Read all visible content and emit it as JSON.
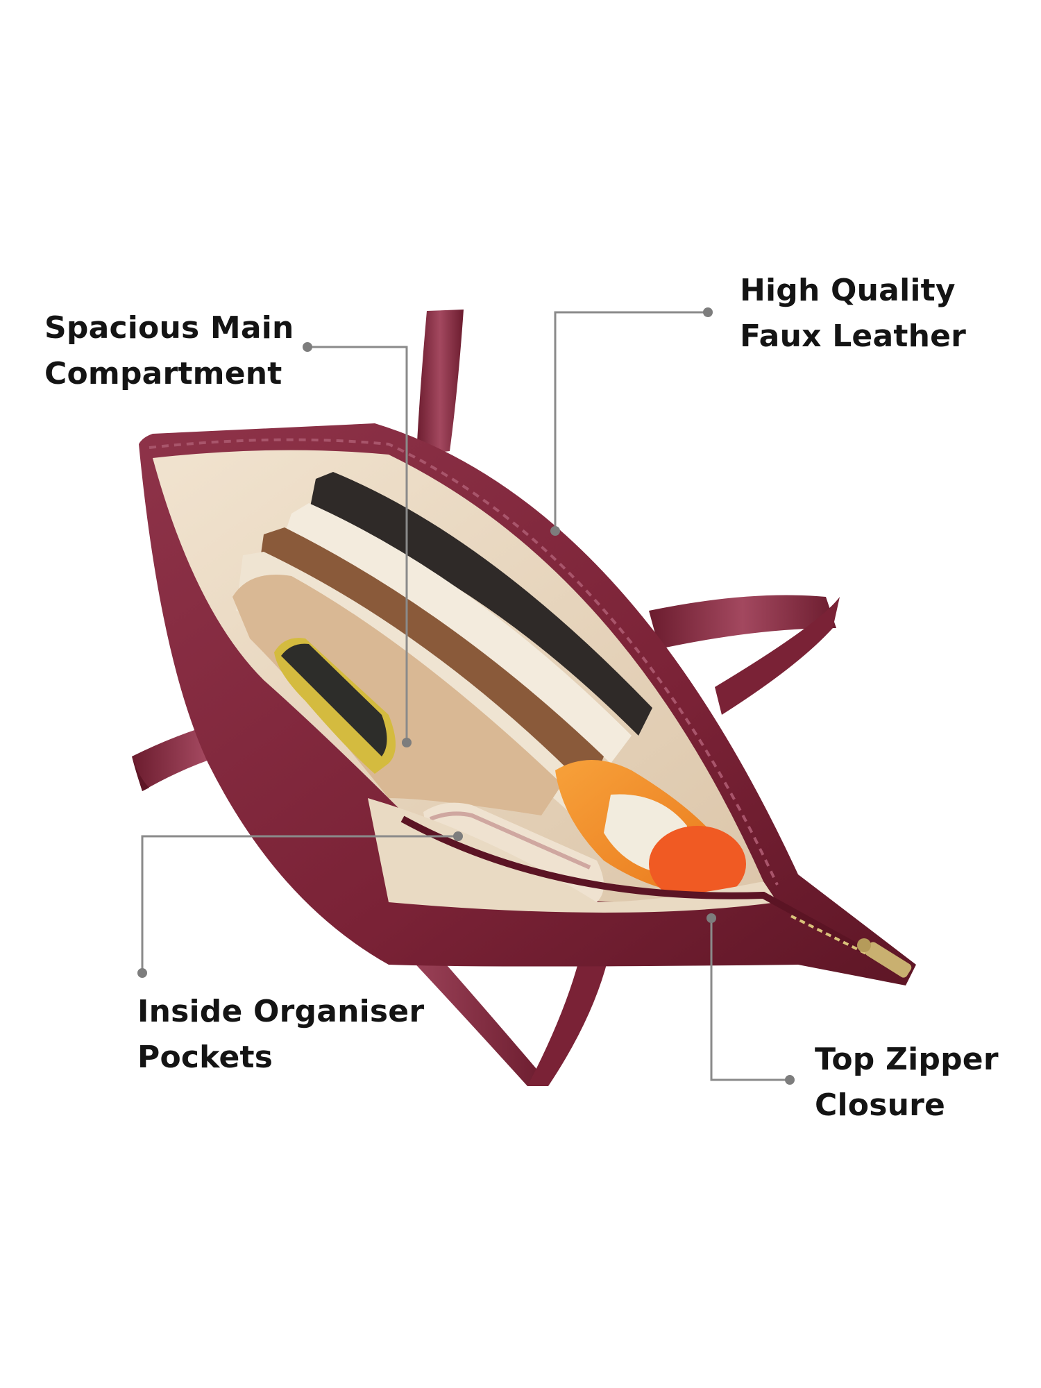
{
  "colors": {
    "leather": "#7a2236",
    "leather_highlight": "#a3485f",
    "lining": "#e8d6c0",
    "callout_line": "#8a8a8a",
    "text": "#141414"
  },
  "callouts": [
    {
      "id": "main-compartment",
      "lines": [
        "Spacious Main",
        "Compartment"
      ]
    },
    {
      "id": "faux-leather",
      "lines": [
        "High Quality",
        "Faux Leather"
      ]
    },
    {
      "id": "organiser-pockets",
      "lines": [
        "Inside Organiser",
        "Pockets"
      ]
    },
    {
      "id": "zipper-closure",
      "lines": [
        "Top Zipper",
        "Closure"
      ]
    }
  ]
}
